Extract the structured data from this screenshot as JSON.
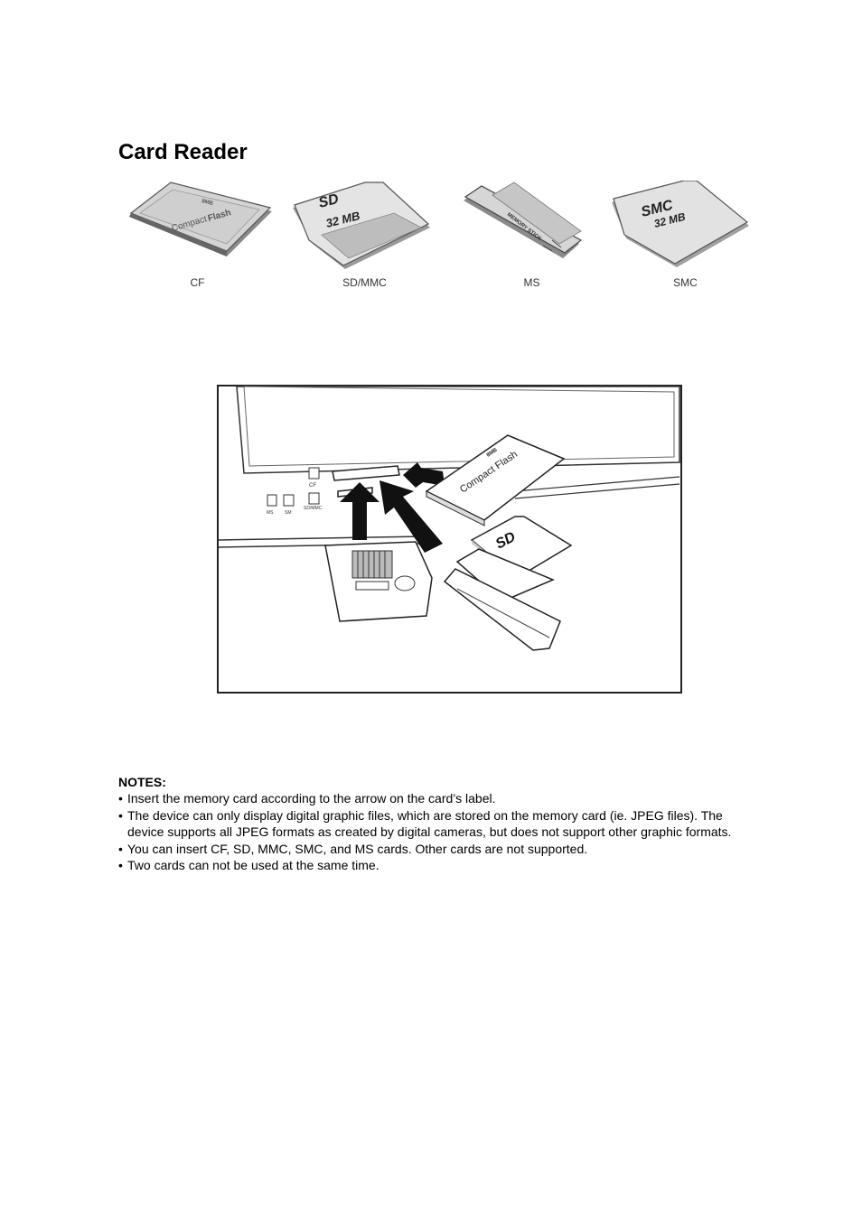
{
  "page": {
    "title": "Card Reader"
  },
  "cards": [
    {
      "caption": "CF",
      "label_brand": "Compact",
      "label_brand_bold": "Flash",
      "label_size": "8MB",
      "icon": "cf-card-icon"
    },
    {
      "caption": "SD/MMC",
      "label_brand": "SD",
      "label_size": "32 MB",
      "icon": "sd-card-icon"
    },
    {
      "caption": "MS",
      "label_brand": "MEMORY STICK",
      "icon": "memory-stick-icon"
    },
    {
      "caption": "SMC",
      "label_brand": "SMC",
      "label_size": "32 MB",
      "icon": "smc-card-icon"
    }
  ],
  "insert_figure": {
    "slot_labels": [
      "CF",
      "MS",
      "SM",
      "SD/MMC"
    ],
    "cf_card_brand": "Compact Flash",
    "cf_card_size": "8MB",
    "sd_card_brand": "SD"
  },
  "notes": {
    "title": "NOTES:",
    "items": [
      "Insert the memory card according to the arrow on the card’s label.",
      "The device can only display digital graphic files, which are stored on the memory card (ie. JPEG files). The device supports all JPEG formats as created by digital cameras, but does not support other graphic formats.",
      "You can insert CF, SD, MMC, SMC, and MS cards. Other cards are not supported.",
      "Two cards can not be used at the same time."
    ]
  }
}
